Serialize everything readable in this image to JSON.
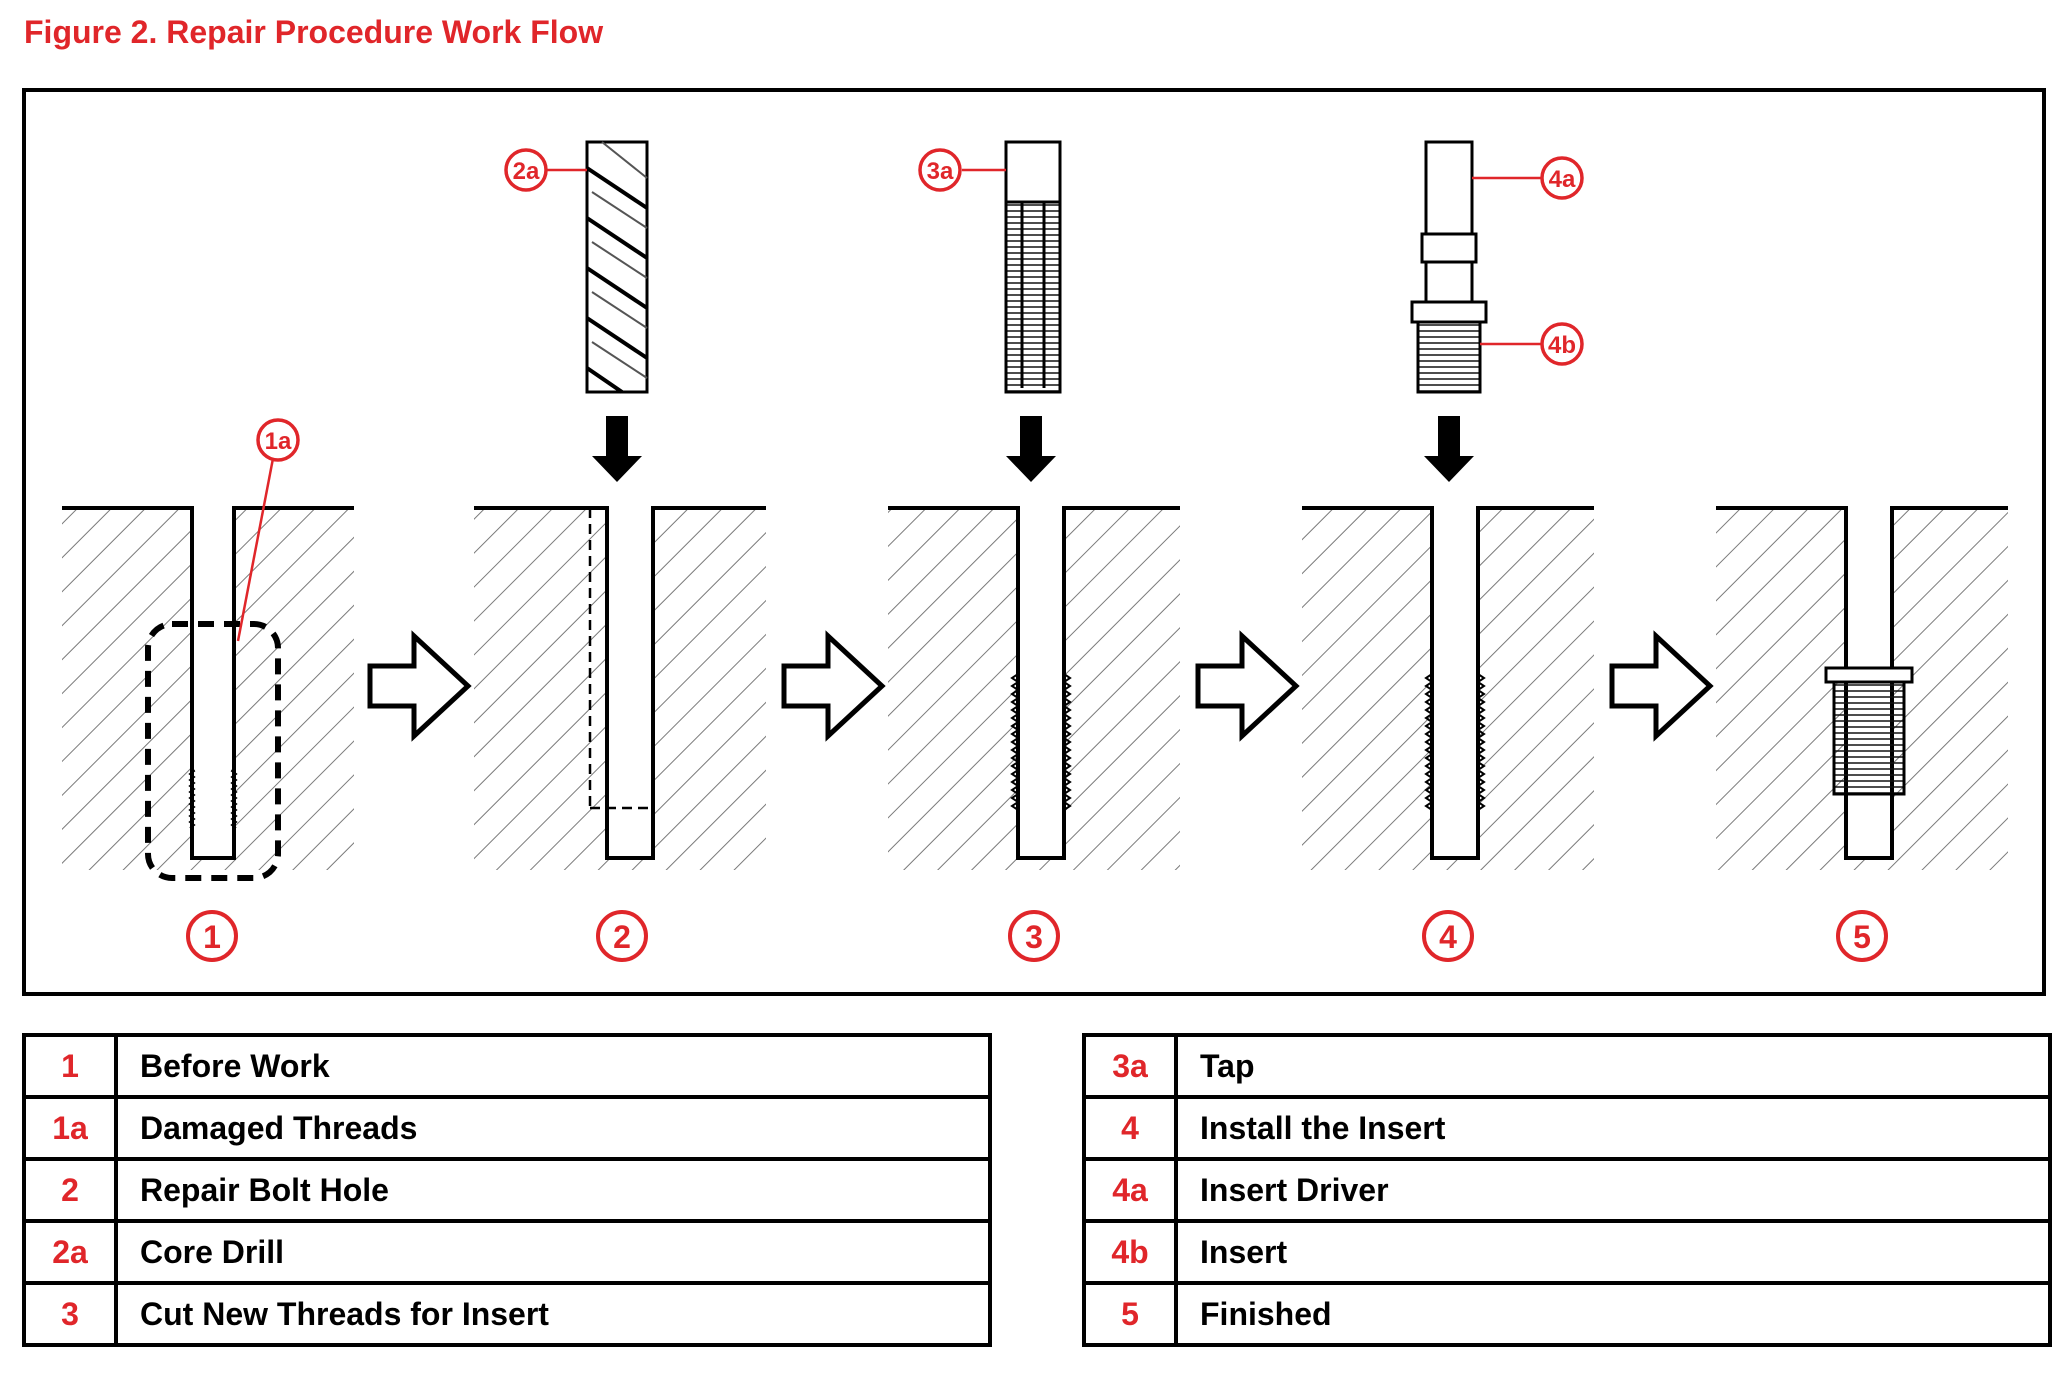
{
  "figure_title": "Figure 2. Repair Procedure Work Flow",
  "callouts": {
    "c1a": "1a",
    "c2a": "2a",
    "c3a": "3a",
    "c4a": "4a",
    "c4b": "4b"
  },
  "steps": [
    "1",
    "2",
    "3",
    "4",
    "5"
  ],
  "legend_left": [
    {
      "code": "1",
      "label": "Before Work"
    },
    {
      "code": "1a",
      "label": "Damaged Threads"
    },
    {
      "code": "2",
      "label": "Repair Bolt Hole"
    },
    {
      "code": "2a",
      "label": "Core Drill"
    },
    {
      "code": "3",
      "label": "Cut New Threads for Insert"
    }
  ],
  "legend_right": [
    {
      "code": "3a",
      "label": "Tap"
    },
    {
      "code": "4",
      "label": "Install the Insert"
    },
    {
      "code": "4a",
      "label": "Insert Driver"
    },
    {
      "code": "4b",
      "label": "Insert"
    },
    {
      "code": "5",
      "label": "Finished"
    }
  ],
  "colors": {
    "accent_red": "#e0262a",
    "line": "#000000"
  }
}
